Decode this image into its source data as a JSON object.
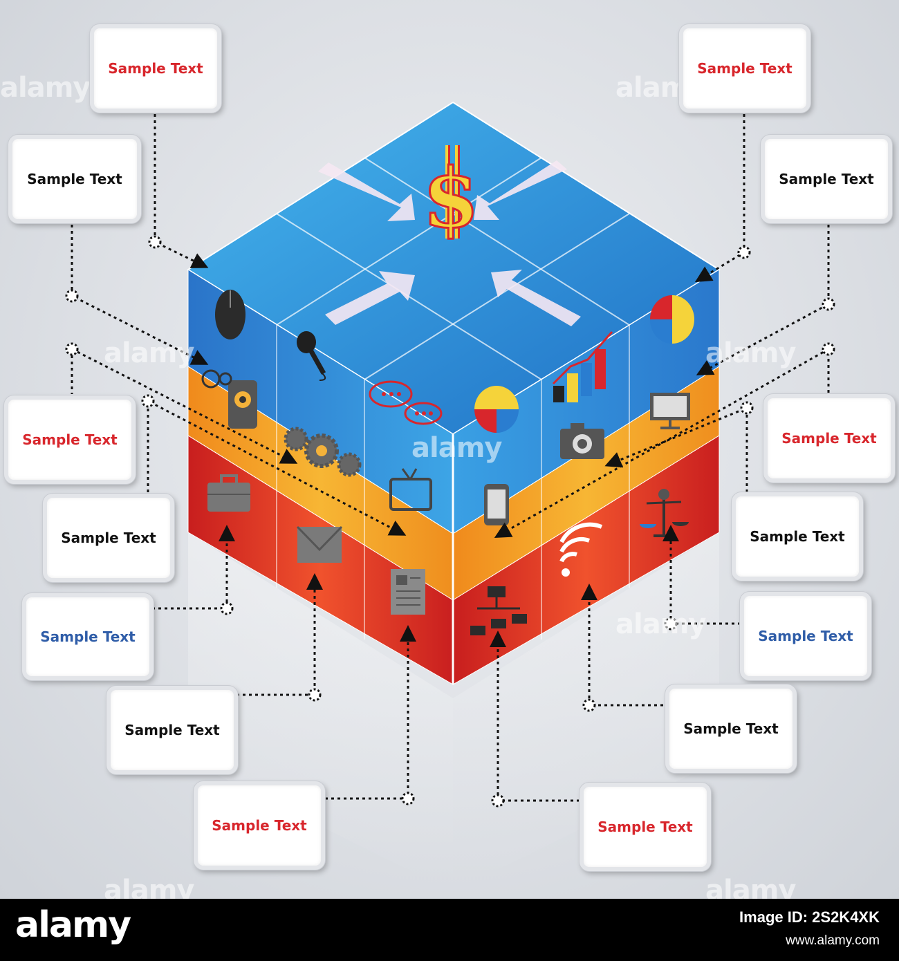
{
  "colors": {
    "red_text": "#d8262c",
    "black_text": "#111111",
    "blue_text": "#2f5da8",
    "top_face": "#2f8fd6",
    "orange_band": "#f2a023",
    "red_band": "#d62a25"
  },
  "callouts": [
    {
      "text": "Sample Text",
      "color": "#d8262c"
    },
    {
      "text": "Sample Text",
      "color": "#111111"
    },
    {
      "text": "Sample Text",
      "color": "#d8262c"
    },
    {
      "text": "Sample Text",
      "color": "#111111"
    },
    {
      "text": "Sample Text",
      "color": "#2f5da8"
    },
    {
      "text": "Sample Text",
      "color": "#111111"
    },
    {
      "text": "Sample Text",
      "color": "#d8262c"
    },
    {
      "text": "Sample Text",
      "color": "#d8262c"
    },
    {
      "text": "Sample Text",
      "color": "#111111"
    },
    {
      "text": "Sample Text",
      "color": "#d8262c"
    },
    {
      "text": "Sample Text",
      "color": "#111111"
    },
    {
      "text": "Sample Text",
      "color": "#2f5da8"
    },
    {
      "text": "Sample Text",
      "color": "#111111"
    },
    {
      "text": "Sample Text",
      "color": "#d8262c"
    }
  ],
  "cube": {
    "top_symbol": "$",
    "icons": [
      "mouse-icon",
      "microphone-icon",
      "chat-bubbles-icon",
      "pie-chart-icon",
      "bar-chart-icon",
      "pie-chart-icon",
      "webcam-icon",
      "gears-icon",
      "tv-icon",
      "tablet-icon",
      "camera-icon",
      "monitor-icon",
      "briefcase-icon",
      "envelope-icon",
      "document-icon",
      "network-icon",
      "rss-icon",
      "scales-icon"
    ]
  },
  "watermark": "alamy",
  "footer": {
    "brand": "alamy",
    "image_id": "Image ID: 2S2K4XK",
    "url": "www.alamy.com"
  }
}
